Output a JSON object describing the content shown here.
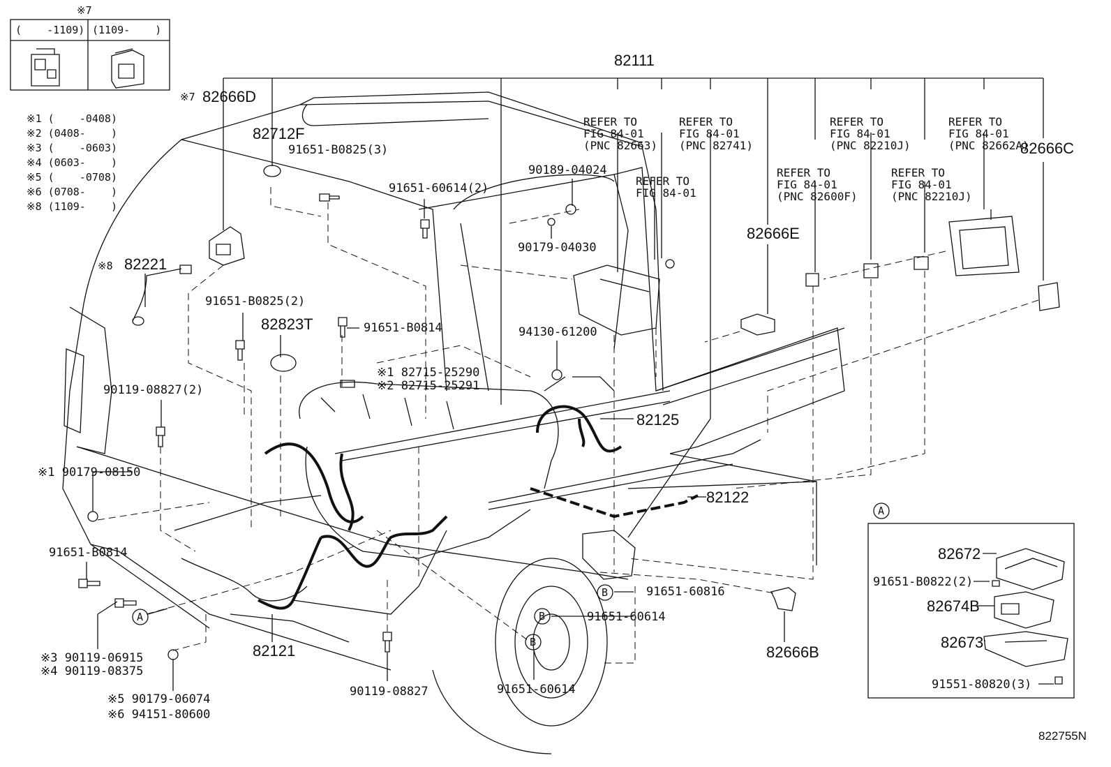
{
  "diagram_id": "822755N",
  "variant_table": {
    "mark": "※7",
    "col1": "(    -1109)",
    "col2": "(1109-    )"
  },
  "legend": [
    "※1 (    -0408)",
    "※2 (0408-    )",
    "※3 (    -0603)",
    "※4 (0603-    )",
    "※5 (    -0708)",
    "※6 (0708-    )",
    "※8 (1109-    )"
  ],
  "main_part": "82111",
  "refs": [
    {
      "l1": "REFER TO",
      "l2": "FIG 84-01",
      "l3": "(PNC 82663)"
    },
    {
      "l1": "REFER TO",
      "l2": "FIG 84-01",
      "l3": "(PNC 82741)"
    },
    {
      "l1": "REFER TO",
      "l2": "FIG 84-01",
      "l3": ""
    },
    {
      "l1": "REFER TO",
      "l2": "FIG 84-01",
      "l3": "(PNC 82210J)"
    },
    {
      "l1": "REFER TO",
      "l2": "FIG 84-01",
      "l3": "(PNC 82662A)"
    },
    {
      "l1": "REFER TO",
      "l2": "FIG 84-01",
      "l3": "(PNC 82600F)"
    },
    {
      "l1": "REFER TO",
      "l2": "FIG 84-01",
      "l3": "(PNC 82210J)"
    }
  ],
  "parts": {
    "p82666D": "82666D",
    "p82666D_mark": "※7",
    "p82712F": "82712F",
    "p91651B0825_3": "91651-B0825(3)",
    "p91651_60614_2": "91651-60614(2)",
    "p90189_04024": "90189-04024",
    "p90179_04030": "90179-04030",
    "p82666C": "82666C",
    "p82666E": "82666E",
    "p82221": "82221",
    "p82221_mark": "※8",
    "p91651B0825_2": "91651-B0825(2)",
    "p82823T": "82823T",
    "p91651B0814a": "91651-B0814",
    "p94130_61200": "94130-61200",
    "p82715_25290": "※1 82715-25290",
    "p82715_25291": "※2 82715-25291",
    "p90119_08827_2": "90119-08827(2)",
    "p82125": "82125",
    "p90179_08150": "※1 90179-08150",
    "p82122": "82122",
    "p91651B0814b": "91651-B0814",
    "p91651_60816": "91651-60816",
    "p91651_60614a": "91651-60614",
    "p90119_06915": "※3 90119-06915",
    "p90119_08375": "※4 90119-08375",
    "p82121": "82121",
    "p82666B": "82666B",
    "p90119_08827": "90119-08827",
    "p91651_60614b": "91651-60614",
    "p90179_06074": "※5 90179-06074",
    "p94151_80600": "※6 94151-80600"
  },
  "callouts": {
    "A": "A",
    "B": "B"
  },
  "inset": {
    "callout": "A",
    "p82672": "82672",
    "p91651B0822": "91651-B0822(2)",
    "p82674B": "82674B",
    "p82673": "82673",
    "p91551_80820": "91551-80820(3)"
  }
}
